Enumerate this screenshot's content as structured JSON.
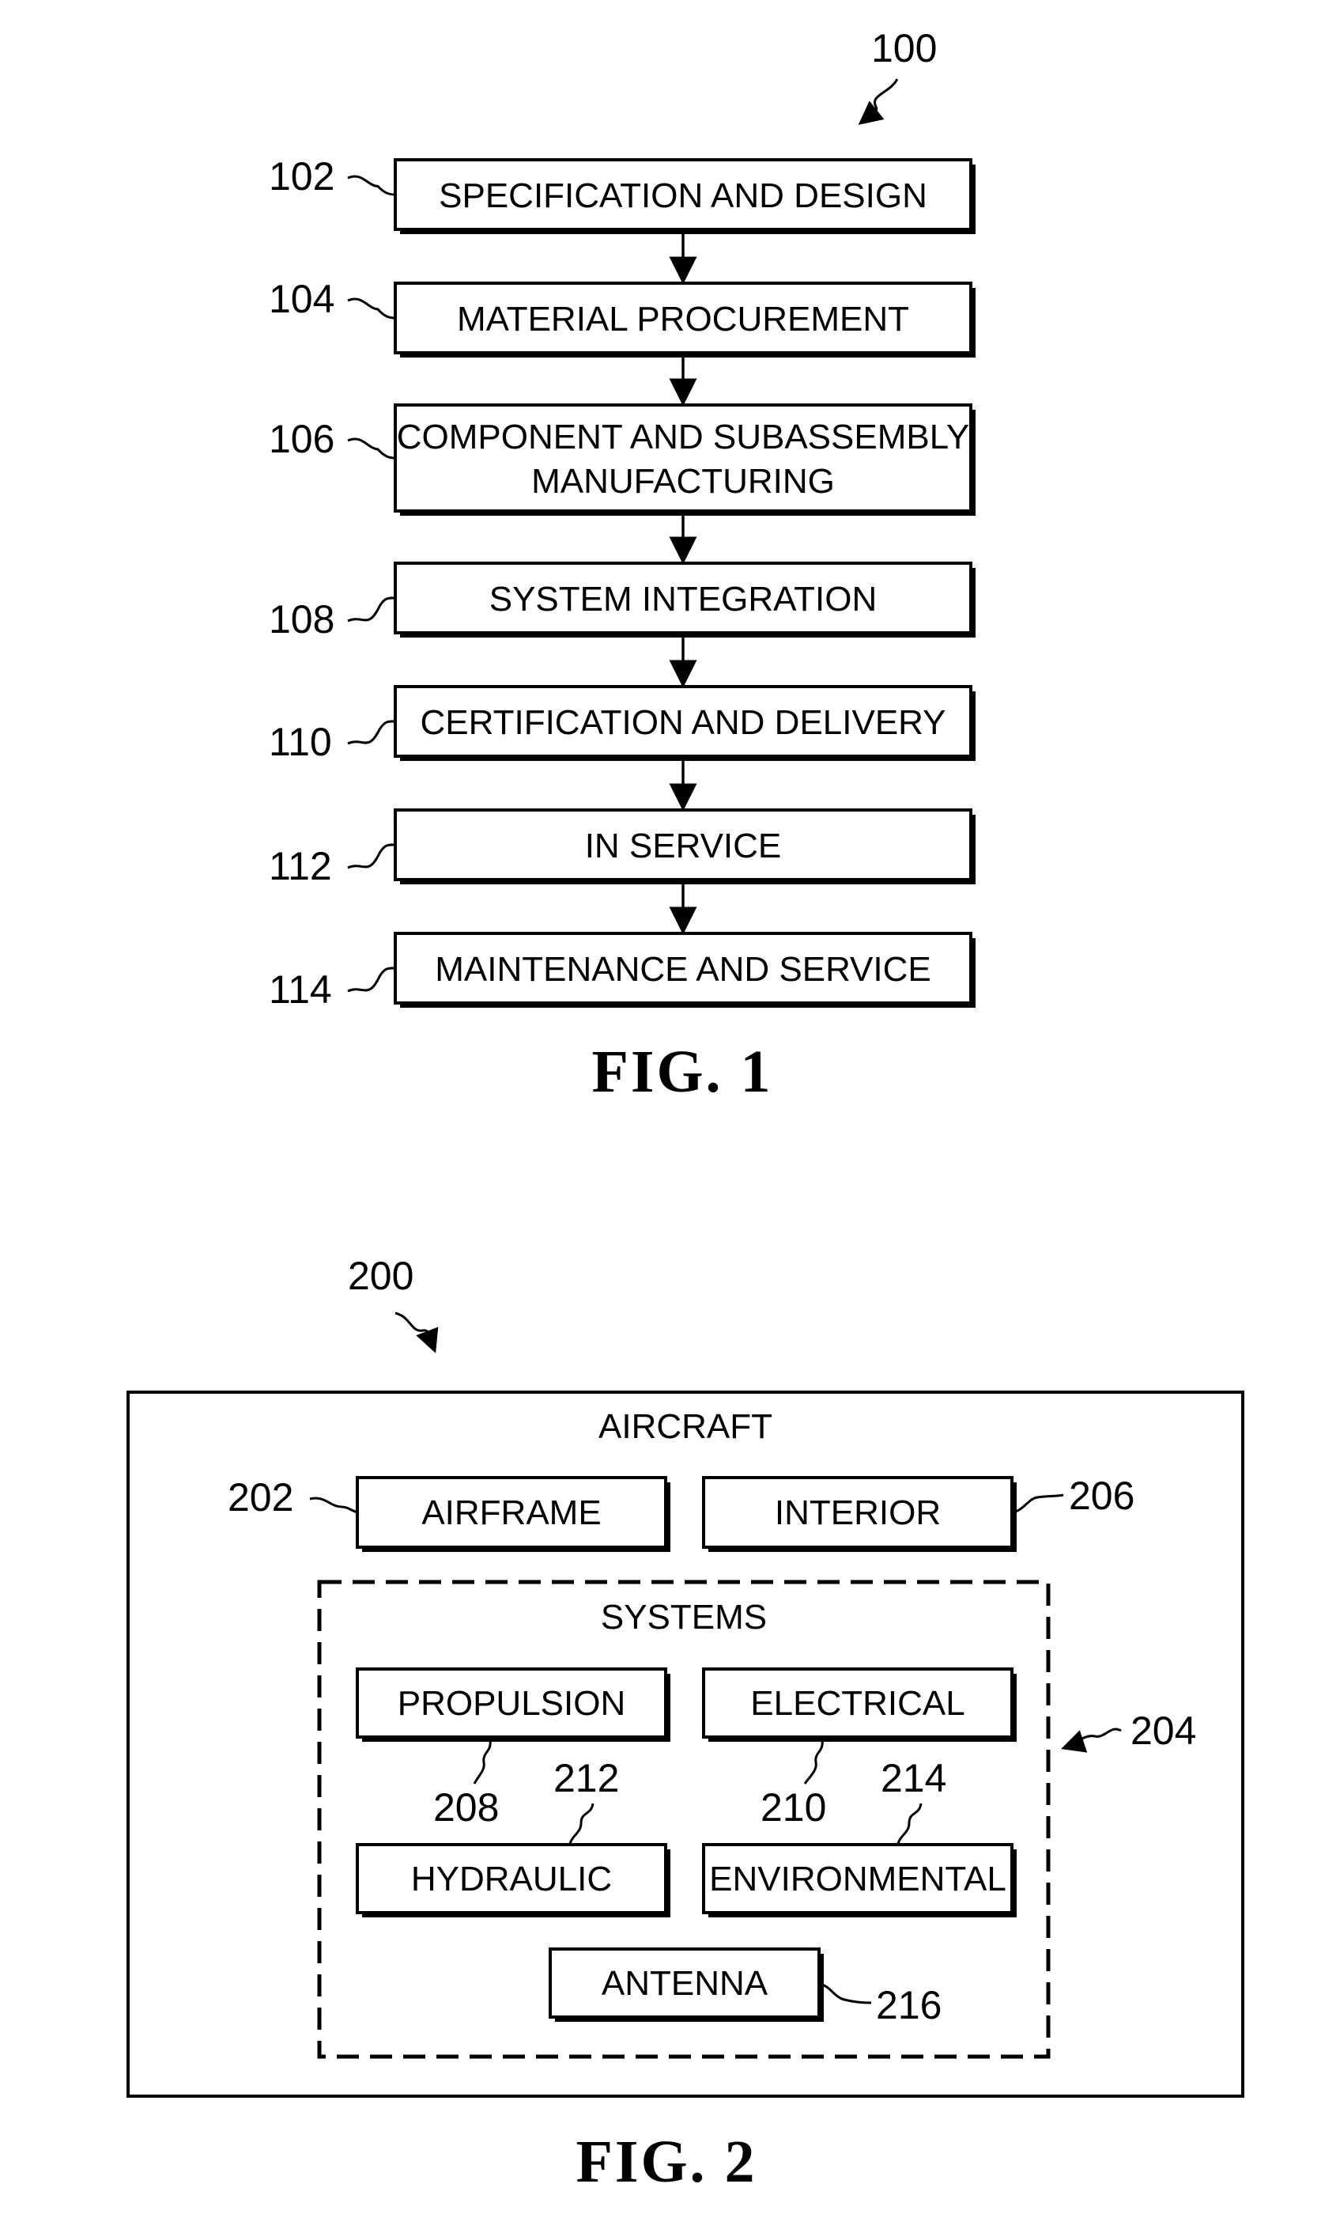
{
  "fig1": {
    "ref": "100",
    "steps": [
      {
        "ref": "102",
        "lines": [
          "SPECIFICATION AND DESIGN"
        ]
      },
      {
        "ref": "104",
        "lines": [
          "MATERIAL PROCUREMENT"
        ]
      },
      {
        "ref": "106",
        "lines": [
          "COMPONENT AND SUBASSEMBLY",
          "MANUFACTURING"
        ]
      },
      {
        "ref": "108",
        "lines": [
          "SYSTEM INTEGRATION"
        ]
      },
      {
        "ref": "110",
        "lines": [
          "CERTIFICATION AND DELIVERY"
        ]
      },
      {
        "ref": "112",
        "lines": [
          "IN SERVICE"
        ]
      },
      {
        "ref": "114",
        "lines": [
          "MAINTENANCE AND SERVICE"
        ]
      }
    ],
    "caption": "FIG. 1"
  },
  "fig2": {
    "ref": "200",
    "aircraft_label": "AIRCRAFT",
    "airframe": {
      "label": "AIRFRAME",
      "ref": "202"
    },
    "interior": {
      "label": "INTERIOR",
      "ref": "206"
    },
    "systems": {
      "label": "SYSTEMS",
      "ref": "204",
      "propulsion": {
        "label": "PROPULSION",
        "ref": "208"
      },
      "electrical": {
        "label": "ELECTRICAL",
        "ref": "210"
      },
      "hydraulic": {
        "label": "HYDRAULIC",
        "ref": "212"
      },
      "environmental": {
        "label": "ENVIRONMENTAL",
        "ref": "214"
      },
      "antenna": {
        "label": "ANTENNA",
        "ref": "216"
      }
    },
    "caption": "FIG. 2"
  }
}
